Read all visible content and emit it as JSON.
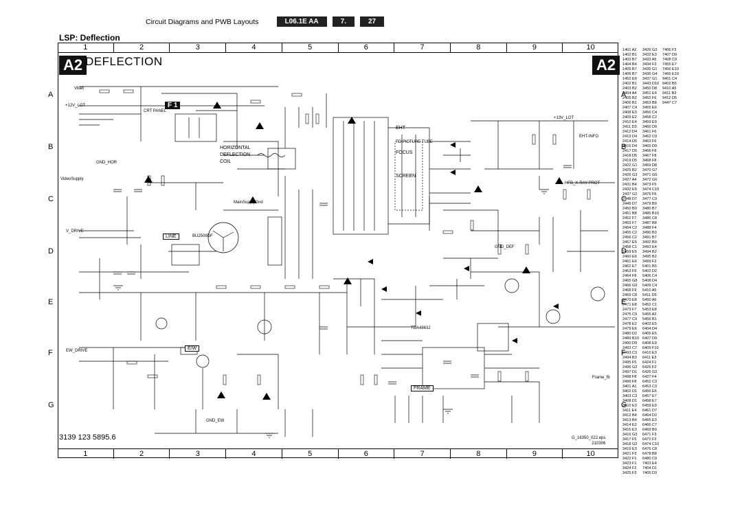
{
  "header": {
    "section_title": "Circuit Diagrams and PWB Layouts",
    "chassis": "L06.1E AA",
    "chapter": "7.",
    "page": "27"
  },
  "subtitle": "LSP: Deflection",
  "diagram": {
    "badge": "A2",
    "title": "DEFLECTION",
    "doc_number": "3139 123 5895.6",
    "ref_code": "G_16350_022.eps",
    "ref_date": "210306",
    "columns": [
      "1",
      "2",
      "3",
      "4",
      "5",
      "6",
      "7",
      "8",
      "9",
      "10"
    ],
    "rows": [
      "A",
      "B",
      "C",
      "D",
      "E",
      "F",
      "G"
    ],
    "labels": {
      "eht": "EHT",
      "focus": "FOCUS",
      "screen": "SCREEN",
      "horizontal": "HORIZONTAL",
      "deflection": "DEFLECTION",
      "coil": "COIL",
      "frame": "FRAME",
      "line": "LINE",
      "ew": "E/W",
      "f1": "F 1",
      "to_crt_tube": "TO PICTURE TUBE",
      "eht_info": "EHT-INFO",
      "hfb_xray_prot": "HFB_X-RAY-PROT",
      "v_drive": "V_DRIVE",
      "frame_fb": "Frame_fb",
      "gnd_hor": "GND_HOR",
      "gnd_def": "GND_DEF",
      "gnd_ew": "GND_EW",
      "plus13v_lot": "+13V_LOT",
      "plus12v_lot": "+12V_LOT",
      "crt_panel": "CRT PANEL",
      "vbatt": "Vbatt",
      "vsupply": "VideoSupply",
      "mainsupply": "MainSupplyGnd",
      "tda": "TDA4863J",
      "bu": "BU2508DF",
      "ew_drive": "EW_DRIVE"
    }
  },
  "parts_list": [
    [
      "1401 A2",
      "3426 G3",
      "7406 F3"
    ],
    [
      "1402 B1",
      "3432 E3",
      "7407 D9"
    ],
    [
      "1403 B7",
      "3433 A5",
      "7408 C9"
    ],
    [
      "1404 B4",
      "3434 F3",
      "7455 E7"
    ],
    [
      "1405 B7",
      "3435 G1",
      "7456 E10"
    ],
    [
      "1406 B7",
      "3436 G4",
      "7466 E10"
    ],
    [
      "1452 E9",
      "3437 G1",
      "9401 C4"
    ],
    [
      "2402 B1",
      "3443 D10",
      "9402 B5"
    ],
    [
      "2403 B2",
      "3450 D8",
      "9410 A5"
    ],
    [
      "2404 A4",
      "3451 E4",
      "9411 B3"
    ],
    [
      "2405 B2",
      "3452 F6",
      "9412 D5"
    ],
    [
      "2406 B1",
      "3453 B8",
      "9447 C7"
    ],
    [
      "2407 C4",
      "3455 E6",
      ""
    ],
    [
      "2408 E3",
      "3456 C4",
      ""
    ],
    [
      "2409 E2",
      "3458 C2",
      ""
    ],
    [
      "2410 E4",
      "3459 E9",
      ""
    ],
    [
      "2411 D3",
      "3460 D9",
      ""
    ],
    [
      "2412 D4",
      "3461 F6",
      ""
    ],
    [
      "2413 D4",
      "3462 C9",
      ""
    ],
    [
      "2414 D5",
      "3463 F6",
      ""
    ],
    [
      "2416 D4",
      "3465 D9",
      ""
    ],
    [
      "2417 D5",
      "3466 F8",
      ""
    ],
    [
      "2418 D5",
      "3467 F8",
      ""
    ],
    [
      "2419 D5",
      "3468 F8",
      ""
    ],
    [
      "2422 G1",
      "3469 D8",
      ""
    ],
    [
      "2425 B2",
      "3470 G7",
      ""
    ],
    [
      "2426 G3",
      "3471 G6",
      ""
    ],
    [
      "2427 A4",
      "3472 G6",
      ""
    ],
    [
      "2431 B4",
      "3473 F5",
      ""
    ],
    [
      "2432 E9",
      "3474 C10",
      ""
    ],
    [
      "2437 G2",
      "3476 F6",
      ""
    ],
    [
      "2448 D7",
      "3477 C9",
      ""
    ],
    [
      "2449 D7",
      "3479 B9",
      ""
    ],
    [
      "2450 B9",
      "3480 B7",
      ""
    ],
    [
      "2451 B8",
      "3485 B10",
      ""
    ],
    [
      "2452 F7",
      "3486 C8",
      ""
    ],
    [
      "2453 F7",
      "3487 B8",
      ""
    ],
    [
      "2454 C2",
      "3488 F4",
      ""
    ],
    [
      "2455 C2",
      "3490 B3",
      ""
    ],
    [
      "2456 C2",
      "3491 B7",
      ""
    ],
    [
      "2457 E5",
      "3492 B9",
      ""
    ],
    [
      "2458 C1",
      "3493 E4",
      ""
    ],
    [
      "2459 E5",
      "3494 B2",
      ""
    ],
    [
      "2460 E6",
      "3495 B2",
      ""
    ],
    [
      "2461 E6",
      "3499 F2",
      ""
    ],
    [
      "2462 E7",
      "5401 B5",
      ""
    ],
    [
      "2463 F6",
      "5402 D2",
      ""
    ],
    [
      "2464 F8",
      "5406 C4",
      ""
    ],
    [
      "2465 G8",
      "5408 D4",
      ""
    ],
    [
      "2466 G9",
      "5409 C4",
      ""
    ],
    [
      "2468 F9",
      "5410 A5",
      ""
    ],
    [
      "2469 C8",
      "5411 D5",
      ""
    ],
    [
      "2470 E8",
      "5450 A6",
      ""
    ],
    [
      "2471 E8",
      "5452 C1",
      ""
    ],
    [
      "2473 F7",
      "5453 E8",
      ""
    ],
    [
      "2476 C9",
      "5455 A2",
      ""
    ],
    [
      "2477 C9",
      "5456 B1",
      ""
    ],
    [
      "2478 E2",
      "6403 E5",
      ""
    ],
    [
      "2479 E6",
      "6404 D4",
      ""
    ],
    [
      "2480 D2",
      "6405 E5",
      ""
    ],
    [
      "2489 B10",
      "6407 D9",
      ""
    ],
    [
      "2490 D9",
      "6408 E9",
      ""
    ],
    [
      "2492 C7",
      "6409 F10",
      ""
    ],
    [
      "2493 C3",
      "6410 E3",
      ""
    ],
    [
      "2494 B3",
      "6411 E3",
      ""
    ],
    [
      "2495 F5",
      "6424 F1",
      ""
    ],
    [
      "2496 G2",
      "6425 F2",
      ""
    ],
    [
      "2497 D1",
      "6426 G2",
      ""
    ],
    [
      "2498 F8",
      "6427 F4",
      ""
    ],
    [
      "2499 F8",
      "6452 C3",
      ""
    ],
    [
      "3401 A1",
      "6453 C3",
      ""
    ],
    [
      "3402 D1",
      "6456 E6",
      ""
    ],
    [
      "3403 C3",
      "6457 E7",
      ""
    ],
    [
      "3408 D1",
      "6458 E7",
      ""
    ],
    [
      "3410 E3",
      "6459 E9",
      ""
    ],
    [
      "3411 E4",
      "6461 D7",
      ""
    ],
    [
      "3412 B4",
      "6464 D2",
      ""
    ],
    [
      "3413 B4",
      "6465 E3",
      ""
    ],
    [
      "3414 E2",
      "6466 C7",
      ""
    ],
    [
      "3415 E3",
      "6469 B9",
      ""
    ],
    [
      "3416 G3",
      "6471 F3",
      ""
    ],
    [
      "3417 F5",
      "6472 F3",
      ""
    ],
    [
      "3418 G2",
      "6474 C10",
      ""
    ],
    [
      "3419 E3",
      "6476 C8",
      ""
    ],
    [
      "3421 F3",
      "6478 B8",
      ""
    ],
    [
      "3422 F1",
      "6480 C9",
      ""
    ],
    [
      "3423 F1",
      "7403 E4",
      ""
    ],
    [
      "3424 F2",
      "7404 D1",
      ""
    ],
    [
      "3425 F3",
      "7405 D3",
      ""
    ]
  ]
}
